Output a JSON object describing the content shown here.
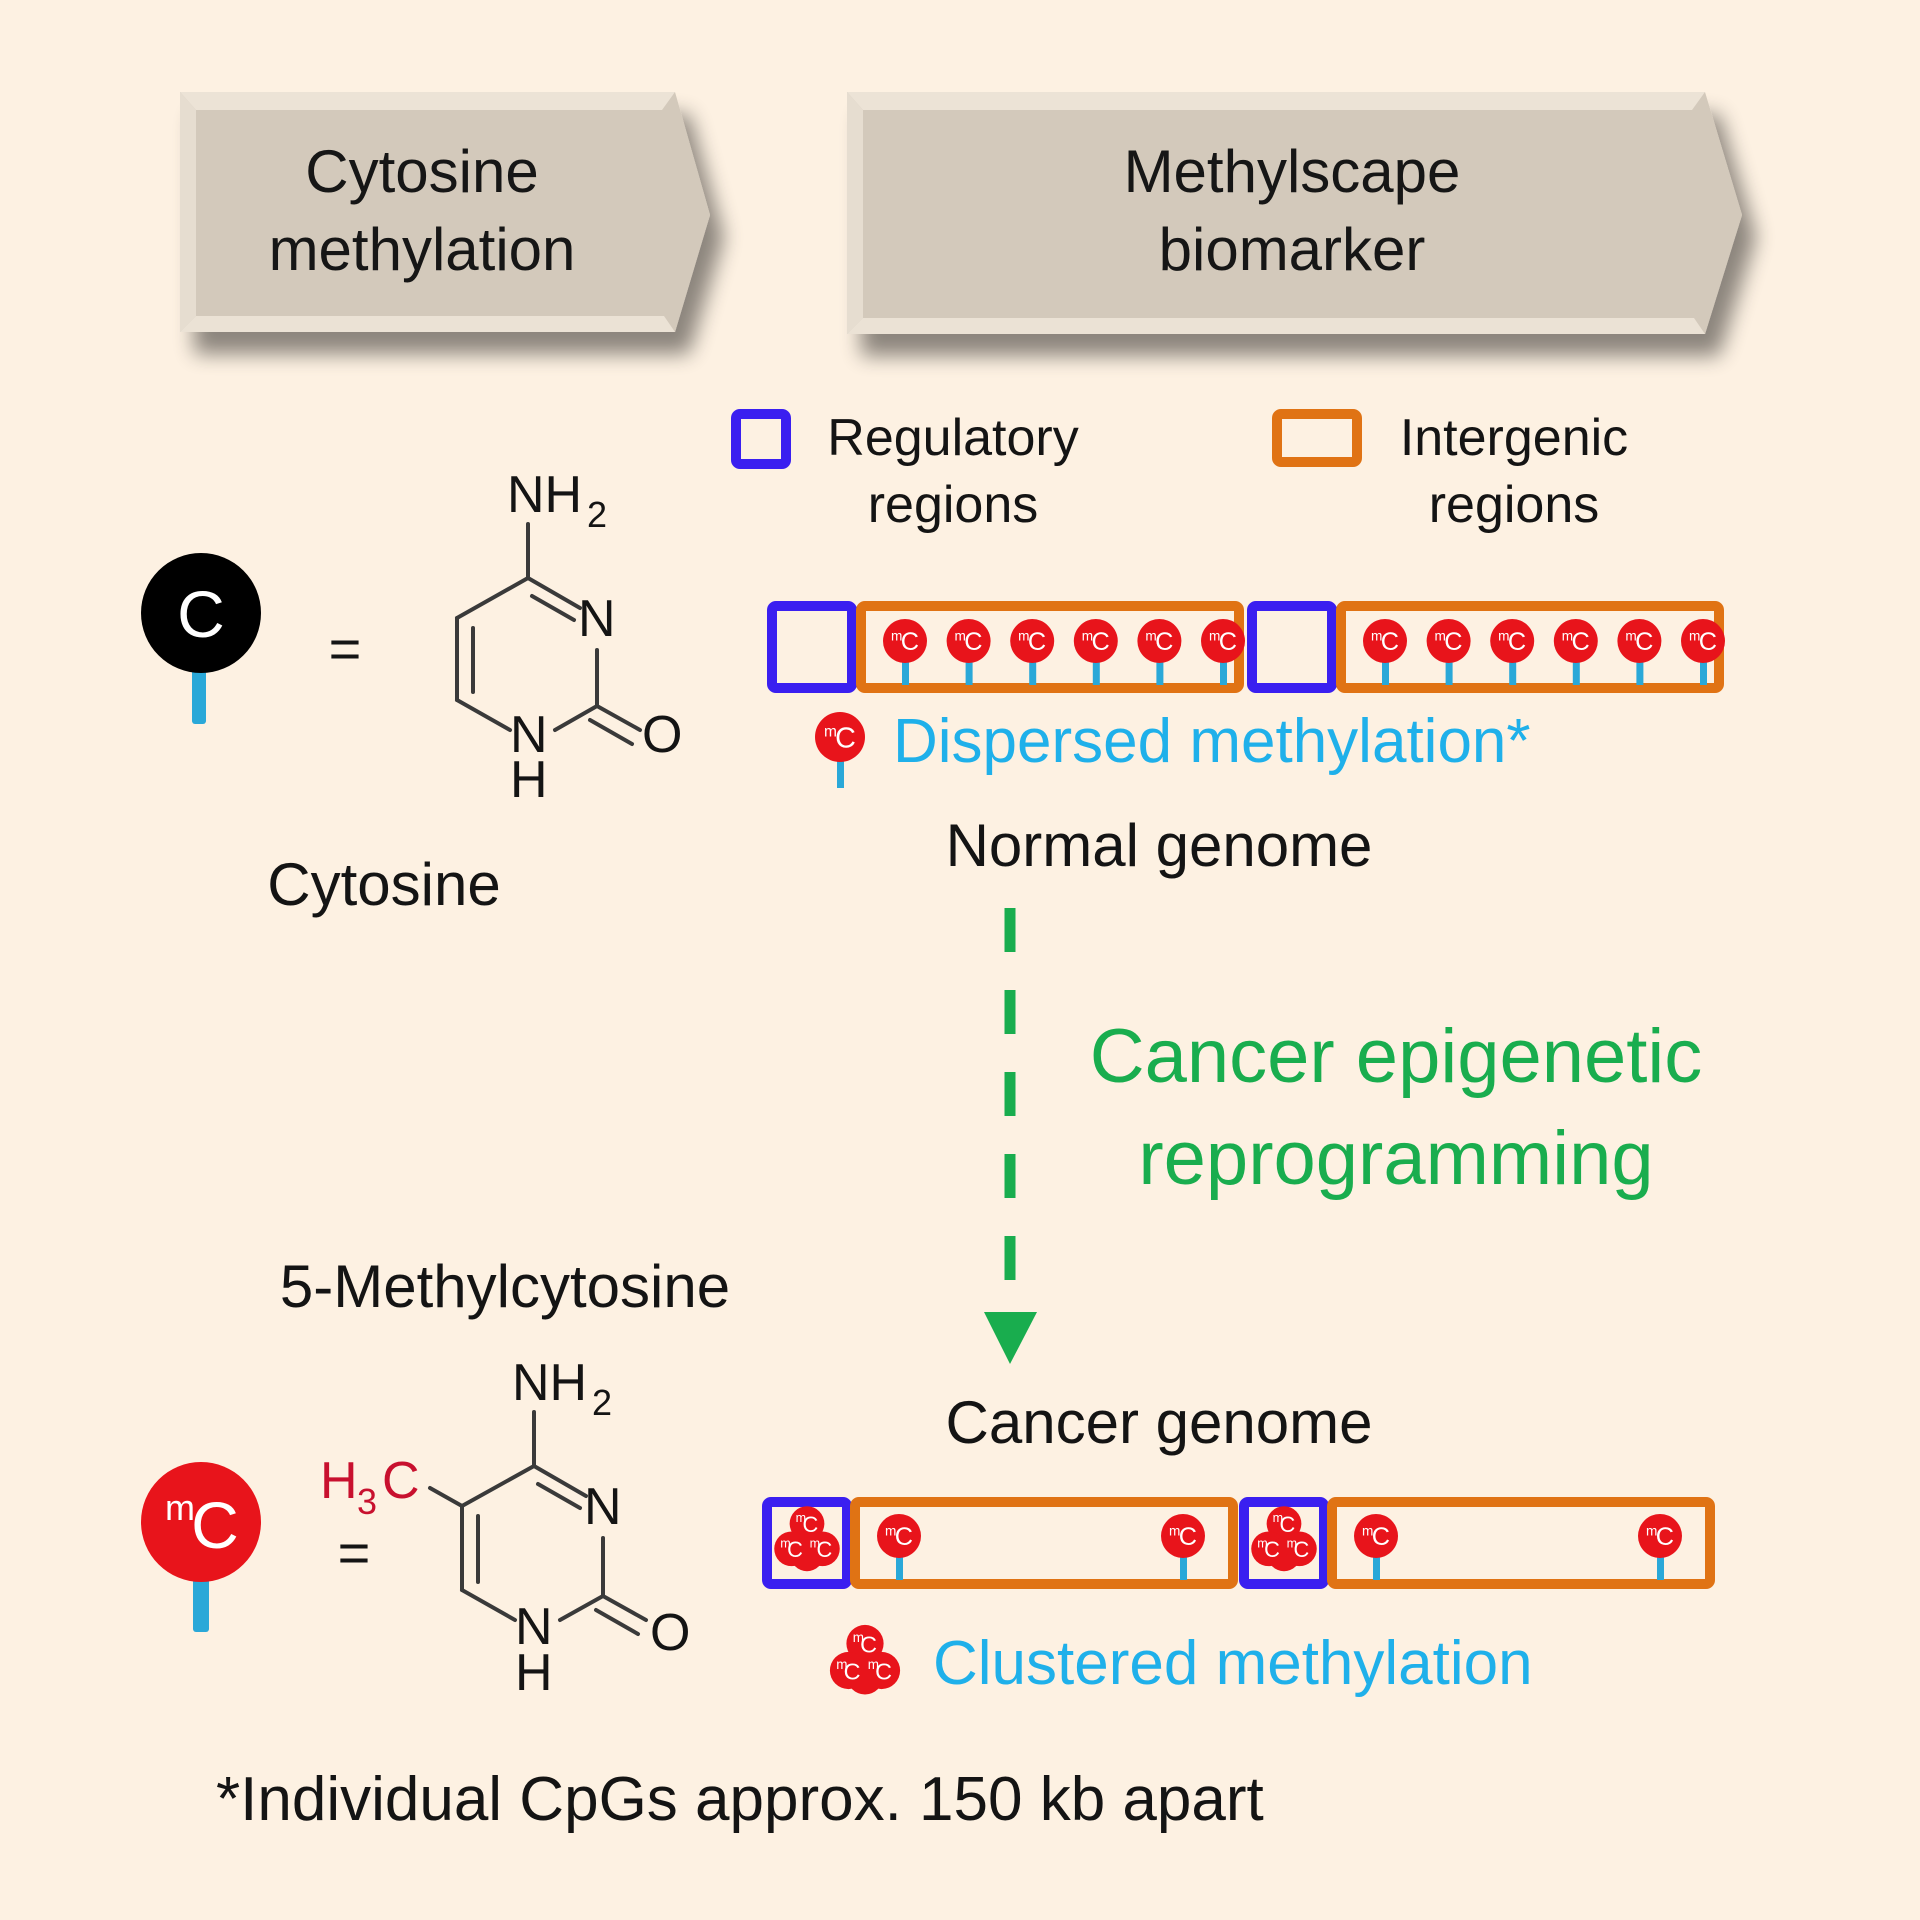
{
  "header": {
    "left_arrow": {
      "line1": "Cytosine",
      "line2": "methylation"
    },
    "right_arrow": {
      "line1": "Methylscape",
      "line2": "biomarker"
    }
  },
  "legend": {
    "regulatory": {
      "line1": "Regulatory",
      "line2": "regions",
      "color": "#3a1ff0"
    },
    "intergenic": {
      "line1": "Intergenic",
      "line2": "regions",
      "color": "#e07314"
    }
  },
  "molecules": {
    "cytosine": {
      "token_label": "C",
      "nh2": "NH",
      "nh2_sub": "2",
      "n3": "N",
      "n1": "N",
      "h1": "H",
      "o": "O",
      "equals": "=",
      "name": "Cytosine"
    },
    "methylcytosine": {
      "token_sup": "m",
      "token_label": "C",
      "ch3_h": "H",
      "ch3_sub": "3",
      "ch3_c": "C",
      "nh2": "NH",
      "nh2_sub": "2",
      "n3": "N",
      "n1": "N",
      "h1": "H",
      "o": "O",
      "equals": "=",
      "name": "5-Methylcytosine"
    }
  },
  "marker": {
    "sup": "m",
    "label": "C",
    "color": "#e8141b",
    "stem_color": "#2aa8d8"
  },
  "normal_genome": {
    "label": "Normal genome",
    "methylated_per_intergenic_region": 6,
    "segments": [
      "regulatory",
      "intergenic",
      "regulatory",
      "intergenic"
    ],
    "legend_text": "Dispersed methylation*"
  },
  "transition": {
    "line1": "Cancer epigenetic",
    "line2": "reprogramming",
    "color": "#19ad4e"
  },
  "cancer_genome": {
    "label": "Cancer genome",
    "methylated_per_intergenic_region": 2,
    "clusters_in_regulatory": true,
    "segments": [
      "regulatory",
      "intergenic",
      "regulatory",
      "intergenic"
    ],
    "legend_text": "Clustered methylation"
  },
  "footnote": "*Individual CpGs approx. 150 kb apart"
}
